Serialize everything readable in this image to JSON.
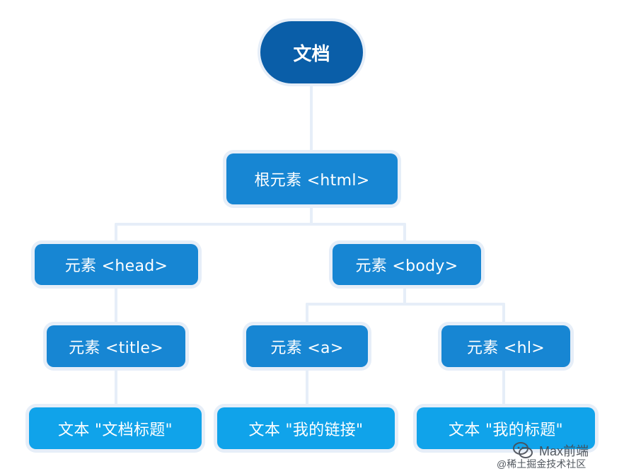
{
  "diagram": {
    "root": {
      "label": "文档"
    },
    "html": {
      "label": "根元素 <html>"
    },
    "head": {
      "label": "元素 <head>"
    },
    "body": {
      "label": "元素 <body>"
    },
    "title": {
      "label": "元素 <title>"
    },
    "a": {
      "label": "元素 <a>"
    },
    "h1": {
      "label": "元素 <hl>"
    },
    "text_title": {
      "label": "文本 \"文档标题\""
    },
    "text_link": {
      "label": "文本 \"我的链接\""
    },
    "text_heading": {
      "label": "文本 \"我的标题\""
    }
  },
  "watermark": {
    "line1": "Max前端",
    "line2": "@稀土掘金技术社区",
    "icon": "wechat-icon"
  },
  "colors": {
    "root": "#0a5ea8",
    "level_mid": "#1786d3",
    "leaf": "#10a3ea",
    "connector": "#e6eef8",
    "text": "#ffffff"
  }
}
